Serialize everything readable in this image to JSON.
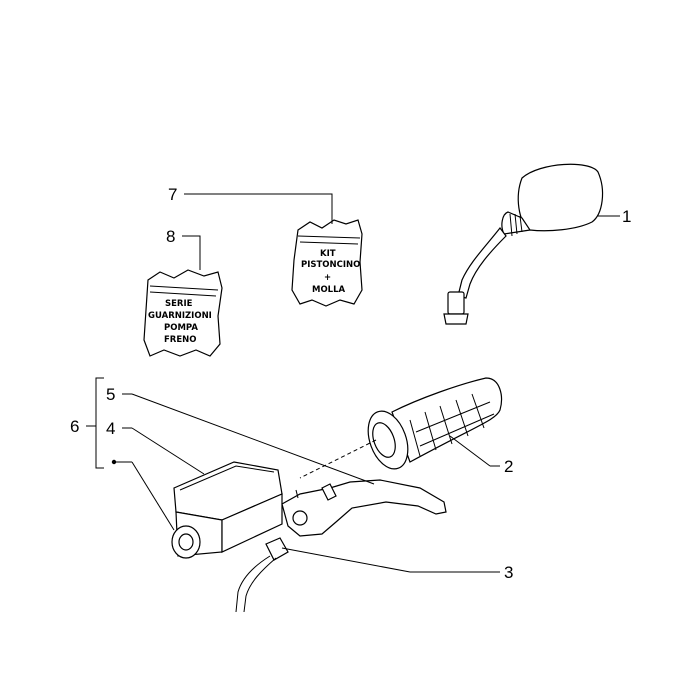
{
  "callouts": {
    "c1": "1",
    "c2": "2",
    "c3": "3",
    "c4": "4",
    "c5": "5",
    "c6": "6",
    "c7": "7",
    "c8": "8"
  },
  "packages": {
    "kit": {
      "line1": "KIT",
      "line2": "PISTONCINO",
      "line3": "+",
      "line4": "MOLLA"
    },
    "gaskets": {
      "line1": "SERIE",
      "line2": "GUARNIZIONI",
      "line3": "POMPA",
      "line4": "FRENO"
    }
  }
}
